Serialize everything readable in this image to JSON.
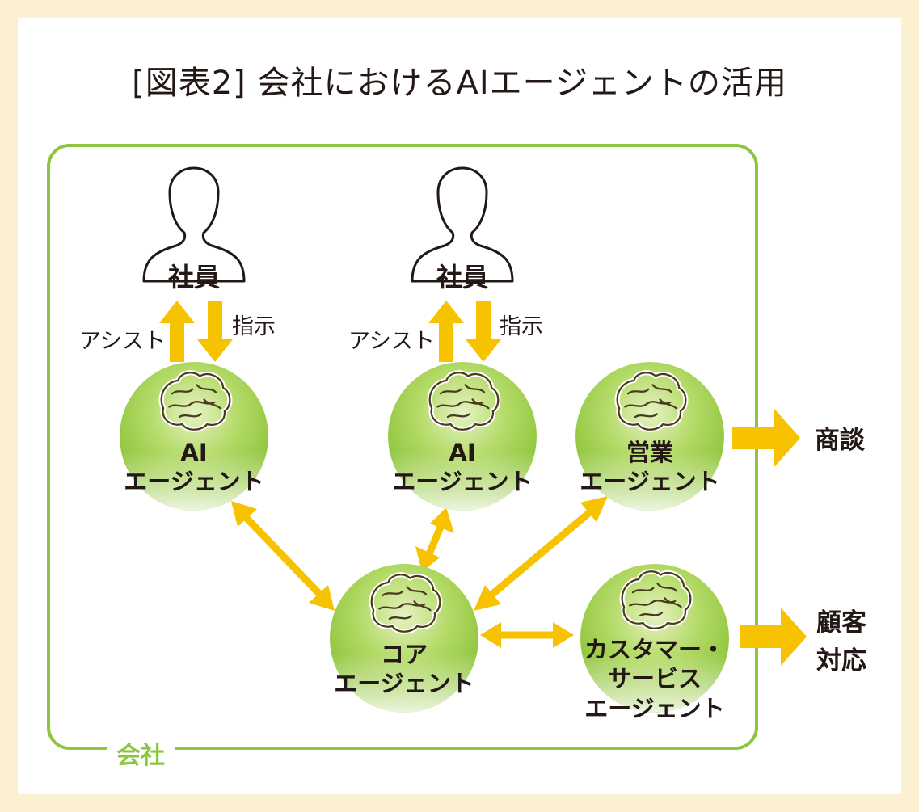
{
  "title": "[図表2] 会社におけるAIエージェントの活用",
  "company_label": "会社",
  "employees": [
    {
      "label": "社員",
      "assist_label": "アシスト",
      "instruct_label": "指示"
    },
    {
      "label": "社員",
      "assist_label": "アシスト",
      "instruct_label": "指示"
    }
  ],
  "agents": [
    {
      "lines": [
        "AI",
        "エージェント"
      ]
    },
    {
      "lines": [
        "AI",
        "エージェント"
      ]
    },
    {
      "lines": [
        "営業",
        "エージェント"
      ]
    },
    {
      "lines": [
        "コア",
        "エージェント"
      ]
    },
    {
      "lines": [
        "カスタマー・",
        "サービス",
        "エージェント"
      ]
    }
  ],
  "outcomes": [
    {
      "lines": [
        "商談"
      ]
    },
    {
      "lines": [
        "顧客",
        "対応"
      ]
    }
  ],
  "colors": {
    "accent_green": "#8cc63f",
    "arrow_yellow": "#f7c200",
    "frame_cream": "#fbf0d0"
  }
}
